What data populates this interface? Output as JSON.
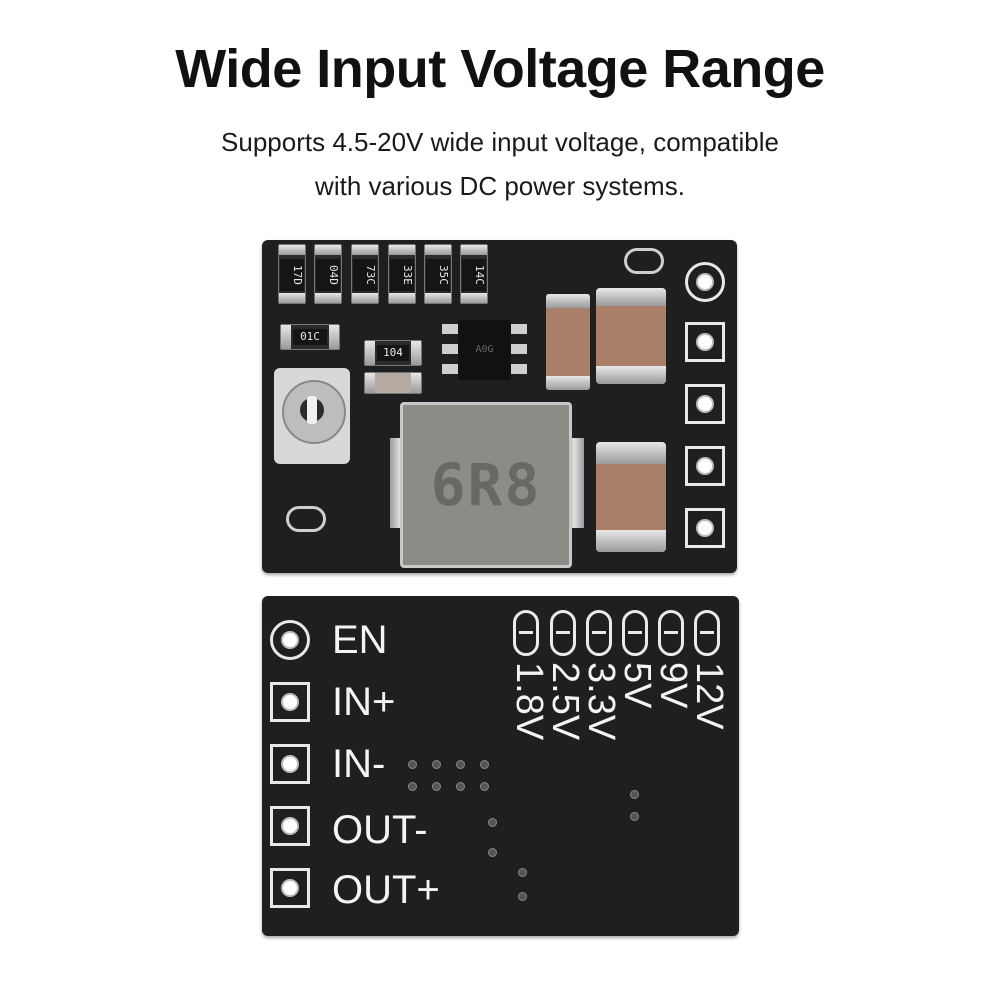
{
  "title": "Wide Input Voltage Range",
  "subtitle_line1": "Supports 4.5-20V wide input voltage, compatible",
  "subtitle_line2": "with various DC power systems.",
  "top_board": {
    "resistor_codes": [
      "17D",
      "04D",
      "73C",
      "33E",
      "35C",
      "14C"
    ],
    "small_resistor_1": "01C",
    "small_resistor_2": "104",
    "ic_marking": "A0G",
    "inductor_marking": "6R8"
  },
  "bottom_board": {
    "pins": [
      "EN",
      "IN+",
      "IN-",
      "OUT-",
      "OUT+"
    ],
    "voltages": [
      "1.8V",
      "2.5V",
      "3.3V",
      "5V",
      "9V",
      "12V"
    ]
  },
  "colors": {
    "pcb": "#1e1f21",
    "silkscreen": "#f4f4f4",
    "inductor": "#8d8b86",
    "capacitor": "#a97f68"
  }
}
